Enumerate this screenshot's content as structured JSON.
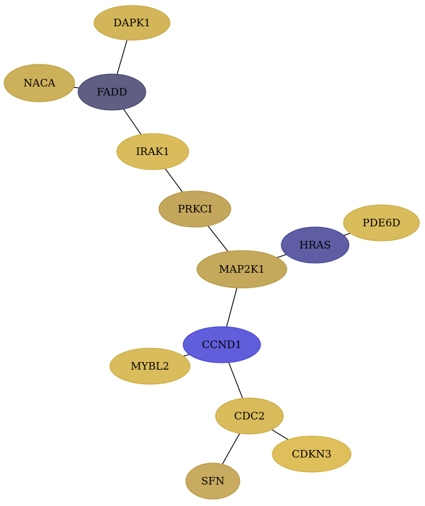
{
  "graph": {
    "nodes": [
      {
        "id": "DAPK1",
        "label": "DAPK1",
        "fill": "#d4b65a",
        "stroke": "#c2a23c"
      },
      {
        "id": "NACA",
        "label": "NACA",
        "fill": "#cdb05a",
        "stroke": "#b99a3c"
      },
      {
        "id": "FADD",
        "label": "FADD",
        "fill": "#5f5f84",
        "stroke": "#3c3c70"
      },
      {
        "id": "IRAK1",
        "label": "IRAK1",
        "fill": "#dbbc5c",
        "stroke": "#c9a83c"
      },
      {
        "id": "PRKCI",
        "label": "PRKCI",
        "fill": "#c4a65c",
        "stroke": "#b0923c"
      },
      {
        "id": "PDE6D",
        "label": "PDE6D",
        "fill": "#d9bc5c",
        "stroke": "#c7a83c"
      },
      {
        "id": "HRAS",
        "label": "HRAS",
        "fill": "#5f5ea4",
        "stroke": "#3c3c90"
      },
      {
        "id": "MAP2K1",
        "label": "MAP2K1",
        "fill": "#c4a85c",
        "stroke": "#b0943c"
      },
      {
        "id": "CCND1",
        "label": "CCND1",
        "fill": "#615edb",
        "stroke": "#3c3cd0"
      },
      {
        "id": "MYBL2",
        "label": "MYBL2",
        "fill": "#d9bc5c",
        "stroke": "#c7a83c"
      },
      {
        "id": "CDC2",
        "label": "CDC2",
        "fill": "#d9bb5c",
        "stroke": "#c7a73c"
      },
      {
        "id": "CDKN3",
        "label": "CDKN3",
        "fill": "#dfbf5c",
        "stroke": "#cdab3c"
      },
      {
        "id": "SFN",
        "label": "SFN",
        "fill": "#c8aa60",
        "stroke": "#b4963c"
      }
    ],
    "edges": [
      [
        "DAPK1",
        "FADD"
      ],
      [
        "NACA",
        "FADD"
      ],
      [
        "FADD",
        "IRAK1"
      ],
      [
        "IRAK1",
        "PRKCI"
      ],
      [
        "PRKCI",
        "MAP2K1"
      ],
      [
        "HRAS",
        "PDE6D"
      ],
      [
        "MAP2K1",
        "HRAS"
      ],
      [
        "MAP2K1",
        "CCND1"
      ],
      [
        "CCND1",
        "MYBL2"
      ],
      [
        "CCND1",
        "CDC2"
      ],
      [
        "CDC2",
        "CDKN3"
      ],
      [
        "CDC2",
        "SFN"
      ]
    ]
  }
}
